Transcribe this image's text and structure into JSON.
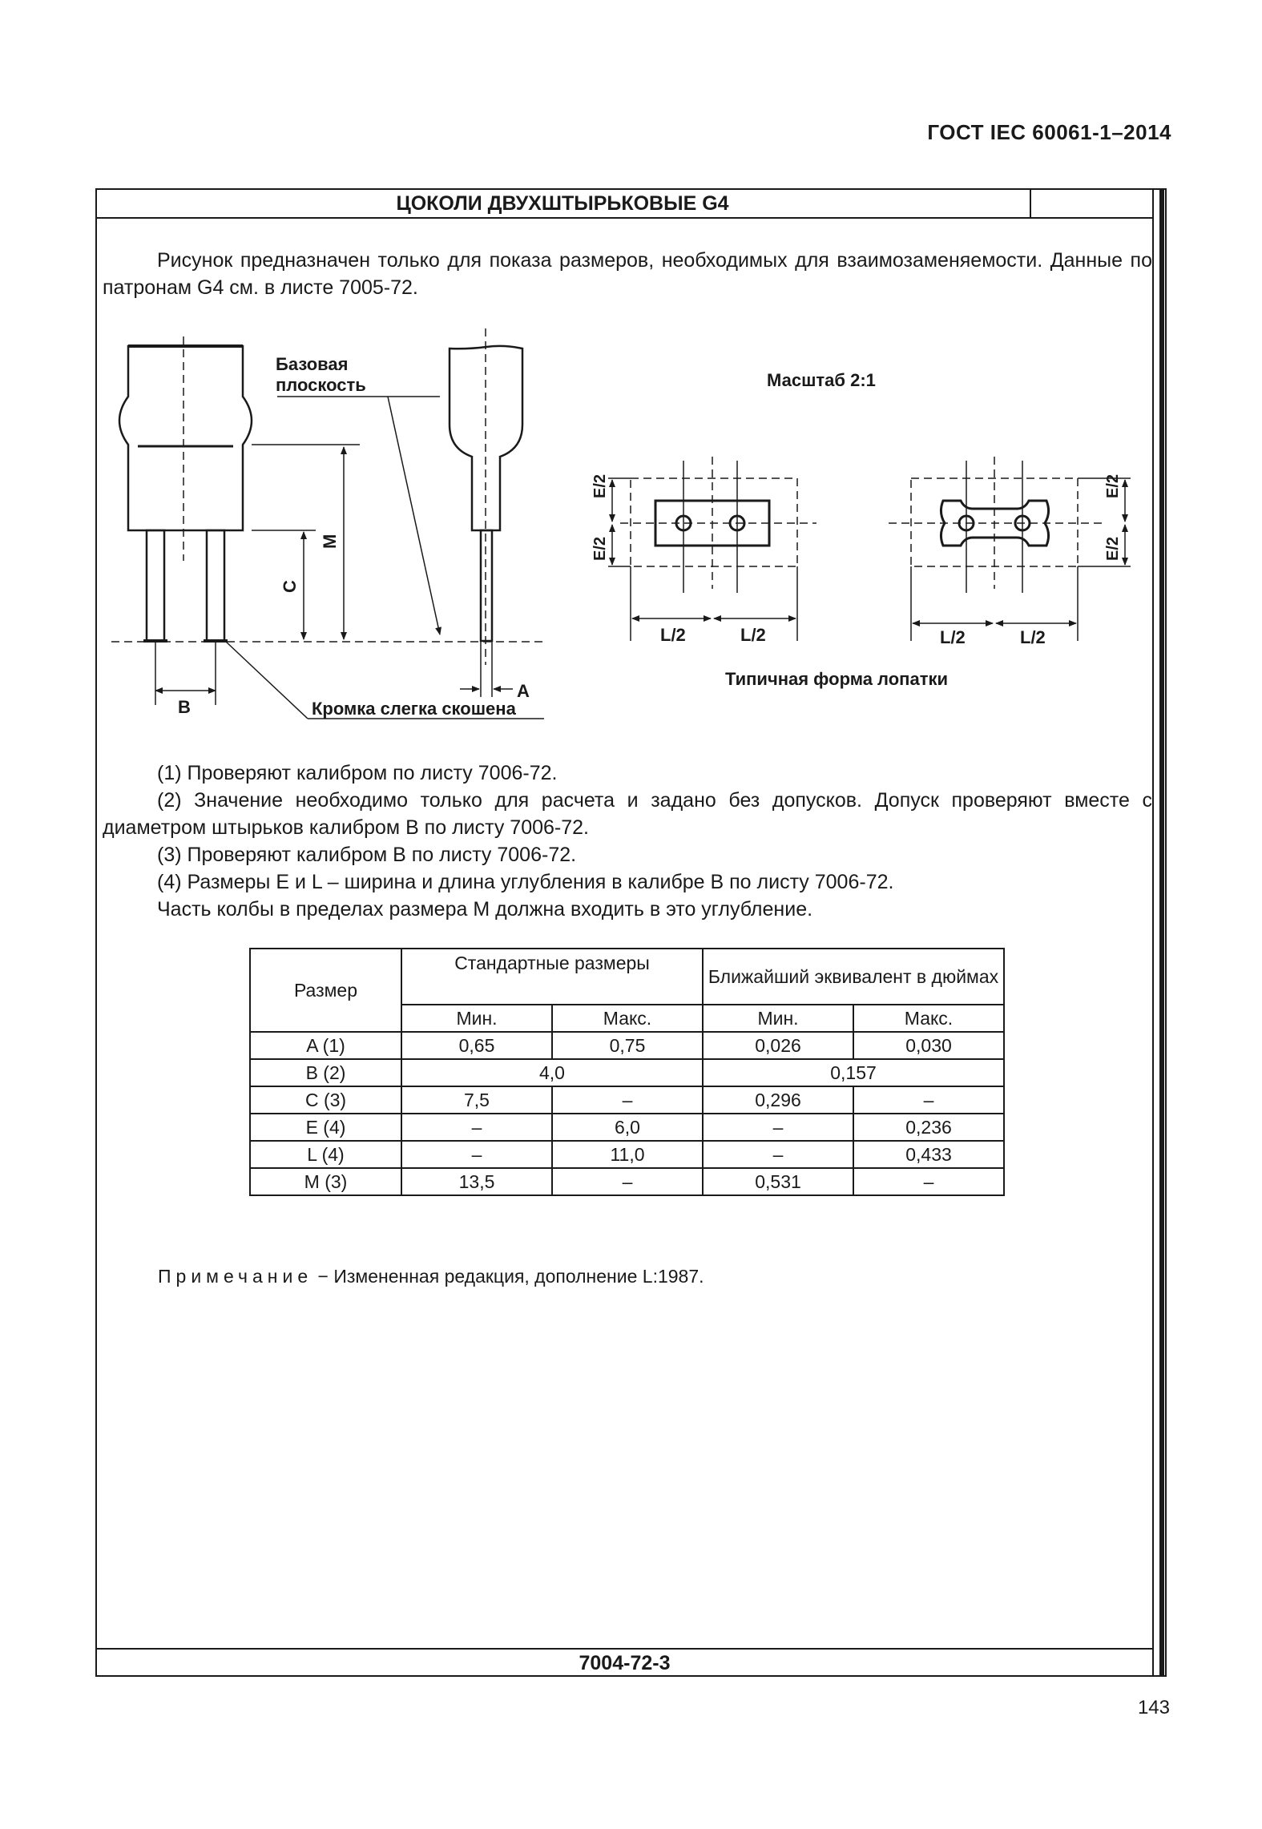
{
  "header": {
    "standard": "ГОСТ IEC 60061-1–2014"
  },
  "sheet": {
    "title": "ЦОКОЛИ ДВУХШТЫРЬКОВЫЕ G4",
    "number": "7004-72-3",
    "page": "143"
  },
  "intro": "Рисунок предназначен только для показа размеров, необходимых для взаимозаменяемости. Данные по патронам G4 см. в листе 7005-72.",
  "drawing": {
    "base_plane_1": "Базовая",
    "base_plane_2": "плоскость",
    "scale": "Масштаб 2:1",
    "bevel": "Кромка слегка скошена",
    "blade_shape": "Типичная форма лопатки",
    "dim_b": "B",
    "dim_c": "C",
    "dim_m": "M",
    "dim_a": "A",
    "dim_e2": "E/2",
    "dim_l2": "L/2"
  },
  "notes": [
    "(1) Проверяют калибром по листу 7006-72.",
    "(2) Значение необходимо только для расчета и задано без допусков. Допуск проверяют вместе с диаметром штырьков калибром B по листу 7006-72.",
    "(3) Проверяют калибром B по листу 7006-72.",
    "(4) Размеры E и L – ширина и длина углубления в калибре B по листу 7006-72.",
    "Часть колбы в пределах размера M должна входить в это углубление."
  ],
  "table": {
    "col_size": "Размер",
    "col_std": "Стандартные размеры",
    "col_inch": "Ближайший эквивалент в дюймах",
    "min": "Мин.",
    "max": "Макс.",
    "rows": [
      [
        "A (1)",
        "0,65",
        "0,75",
        "0,026",
        "0,030"
      ],
      [
        "B (2)",
        "4,0",
        "0,157"
      ],
      [
        "C (3)",
        "7,5",
        "–",
        "0,296",
        "–"
      ],
      [
        "E (4)",
        "–",
        "6,0",
        "–",
        "0,236"
      ],
      [
        "L (4)",
        "–",
        "11,0",
        "–",
        "0,433"
      ],
      [
        "M (3)",
        "13,5",
        "–",
        "0,531",
        "–"
      ]
    ]
  },
  "remark": {
    "label": "Примечание",
    "text": " − Измененная редакция, дополнение L:1987."
  },
  "colors": {
    "ink": "#1a1a1a",
    "paper": "#ffffff"
  }
}
